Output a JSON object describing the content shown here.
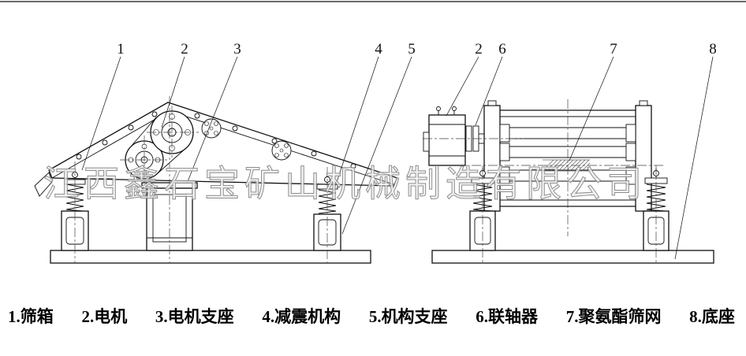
{
  "colors": {
    "background": "#ffffff",
    "line": "#111111",
    "watermark_fill": "#efefef",
    "watermark_stroke": "#8e8e8e"
  },
  "watermark": {
    "text": "江西鑫石宝矿山机械制造有限公司"
  },
  "callouts": {
    "c1": "1",
    "c2": "2",
    "c3": "3",
    "c4": "4",
    "c5": "5",
    "c6": "6",
    "c7": "7",
    "c8": "8"
  },
  "legend": {
    "items": [
      "1.筛箱",
      "2.电机",
      "3.电机支座",
      "4.减震机构",
      "5.机构支座",
      "6.联轴器",
      "7.聚氨酯筛网",
      "8.底座"
    ]
  }
}
